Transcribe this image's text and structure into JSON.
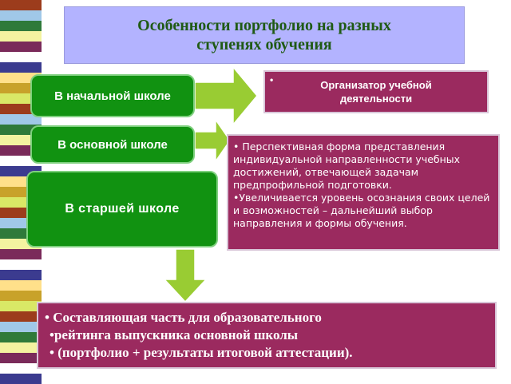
{
  "title": "Особенности портфолио на разных\nступенях обучения",
  "stages": {
    "primary": "В начальной школе",
    "basic": "В основной школе",
    "senior": "В старшей школе"
  },
  "organizer": {
    "bullet": "•",
    "label": "Организатор учебной\nдеятельности"
  },
  "perspective": {
    "point1": "• Перспективная форма представления индивидуальной направленности учебных достижений, отвечающей задачам предпрофильной подготовки.",
    "point2": "•Увеличивается уровень осознания своих целей и возможностей – дальнейший выбор направления и формы обучения."
  },
  "bottom": {
    "line1": "• Составляющая часть для образовательного",
    "line2": "•рейтинга выпускника основной школы",
    "line3": "• (портфолио + результаты итоговой аттестации)."
  },
  "colors": {
    "title_bg": "#b3b3ff",
    "title_text": "#1f5a14",
    "green": "#119211",
    "arrow": "#99cc33",
    "purple": "#9b2a5f"
  }
}
